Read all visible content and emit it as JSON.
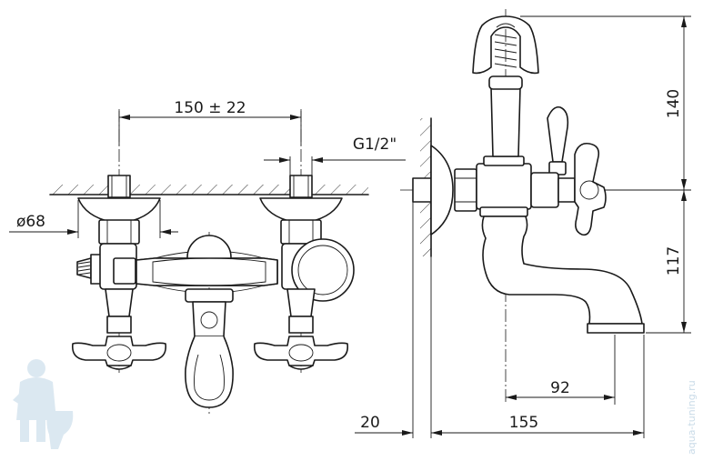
{
  "front_view": {
    "dim_spacing": "150 ± 22",
    "dim_diameter": "ø68",
    "dim_thread": "G1/2\""
  },
  "side_view": {
    "dim_height_top": "140",
    "dim_height_bottom": "117",
    "dim_spout_reach": "92",
    "dim_wall_offset": "20",
    "dim_depth": "155"
  },
  "watermark": {
    "site": "aqua-tuning.ru"
  },
  "colors": {
    "line": "#1a1a1a",
    "background": "#ffffff",
    "watermark": "#c9dbe8"
  }
}
